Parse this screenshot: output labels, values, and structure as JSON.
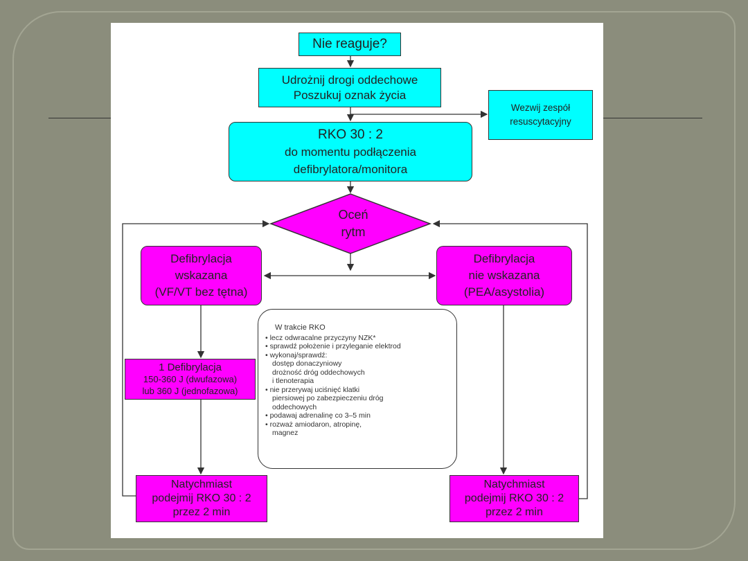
{
  "flowchart": {
    "start": "Nie reaguje?",
    "airway": [
      "Udrożnij drogi oddechowe",
      "Poszukuj oznak życia"
    ],
    "call_team": [
      "Wezwij zespół",
      "resuscytacyjny"
    ],
    "cpr": [
      "RKO 30 : 2",
      "do momentu podłączenia",
      "defibrylatora/monitora"
    ],
    "assess": [
      "Oceń",
      "rytm"
    ],
    "shockable": [
      "Defibrylacja",
      "wskazana",
      "(VF/VT bez tętna)"
    ],
    "non_shockable": [
      "Defibrylacja",
      "nie wskazana",
      "(PEA/asystolia)"
    ],
    "shock": [
      "1 Defibrylacja",
      "150-360 J (dwufazowa)",
      "lub 360 J (jednofazowa)"
    ],
    "resume_left": [
      "Natychmiast",
      "podejmij RKO 30 : 2",
      "przez 2 min"
    ],
    "resume_right": [
      "Natychmiast",
      "podejmij RKO 30 : 2",
      "przez 2 min"
    ],
    "during_cpr": {
      "title": "W trakcie RKO",
      "items": [
        "lecz odwracalne przyczyny NZK*",
        "sprawdź położenie i przyleganie elektrod",
        "wykonaj/sprawdź:",
        "dostęp donaczyniowy",
        "drożność dróg oddechowych",
        "i tlenoterapia",
        "nie przerywaj uciśnięć klatki",
        "piersiowej po zabezpieczeniu dróg",
        "oddechowych",
        "podawaj adrenalinę co 3–5 min",
        "rozważ amiodaron, atropinę,",
        "magnez"
      ]
    }
  },
  "colors": {
    "cyan": "#00ffff",
    "magenta": "#ff00ff",
    "background": "#8b8d7c"
  }
}
